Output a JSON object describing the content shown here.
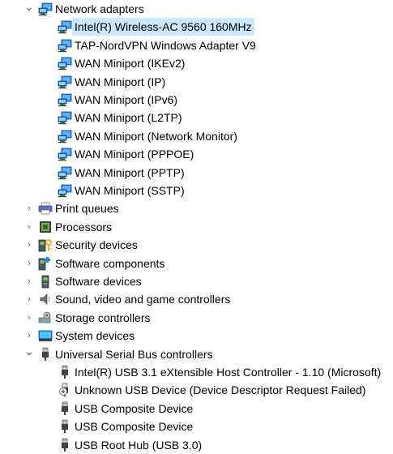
{
  "rows": [
    {
      "label": "Network adapters",
      "level": 0,
      "expanded": true,
      "icon": "network-adapter-icon"
    },
    {
      "label": "Intel(R) Wireless-AC 9560 160MHz",
      "level": 1,
      "selected": true,
      "icon": "network-adapter-icon"
    },
    {
      "label": "TAP-NordVPN Windows Adapter V9",
      "level": 1,
      "icon": "network-adapter-icon"
    },
    {
      "label": "WAN Miniport (IKEv2)",
      "level": 1,
      "icon": "network-adapter-icon"
    },
    {
      "label": "WAN Miniport (IP)",
      "level": 1,
      "icon": "network-adapter-icon"
    },
    {
      "label": "WAN Miniport (IPv6)",
      "level": 1,
      "icon": "network-adapter-icon"
    },
    {
      "label": "WAN Miniport (L2TP)",
      "level": 1,
      "icon": "network-adapter-icon"
    },
    {
      "label": "WAN Miniport (Network Monitor)",
      "level": 1,
      "icon": "network-adapter-icon"
    },
    {
      "label": "WAN Miniport (PPPOE)",
      "level": 1,
      "icon": "network-adapter-icon"
    },
    {
      "label": "WAN Miniport (PPTP)",
      "level": 1,
      "icon": "network-adapter-icon"
    },
    {
      "label": "WAN Miniport (SSTP)",
      "level": 1,
      "icon": "network-adapter-icon"
    },
    {
      "label": "Print queues",
      "level": 0,
      "expanded": false,
      "icon": "printer-icon"
    },
    {
      "label": "Processors",
      "level": 0,
      "expanded": false,
      "icon": "processor-icon"
    },
    {
      "label": "Security devices",
      "level": 0,
      "expanded": false,
      "icon": "security-device-icon"
    },
    {
      "label": "Software components",
      "level": 0,
      "expanded": false,
      "icon": "software-component-icon"
    },
    {
      "label": "Software devices",
      "level": 0,
      "expanded": false,
      "icon": "software-device-icon"
    },
    {
      "label": "Sound, video and game controllers",
      "level": 0,
      "expanded": false,
      "icon": "speaker-icon"
    },
    {
      "label": "Storage controllers",
      "level": 0,
      "expanded": false,
      "icon": "storage-controller-icon"
    },
    {
      "label": "System devices",
      "level": 0,
      "expanded": false,
      "icon": "system-device-icon"
    },
    {
      "label": "Universal Serial Bus controllers",
      "level": 0,
      "expanded": true,
      "icon": "usb-icon"
    },
    {
      "label": "Intel(R) USB 3.1 eXtensible Host Controller - 1.10 (Microsoft)",
      "level": 1,
      "icon": "usb-icon"
    },
    {
      "label": "Unknown USB Device (Device Descriptor Request Failed)",
      "level": 1,
      "icon": "usb-warning-icon"
    },
    {
      "label": "USB Composite Device",
      "level": 1,
      "icon": "usb-icon"
    },
    {
      "label": "USB Composite Device",
      "level": 1,
      "icon": "usb-icon"
    },
    {
      "label": "USB Root Hub (USB 3.0)",
      "level": 1,
      "icon": "usb-icon"
    }
  ],
  "colors": {
    "selection": "#cce8ff",
    "chevron": "#5a5a5a",
    "monitor": "#1e88e5"
  }
}
